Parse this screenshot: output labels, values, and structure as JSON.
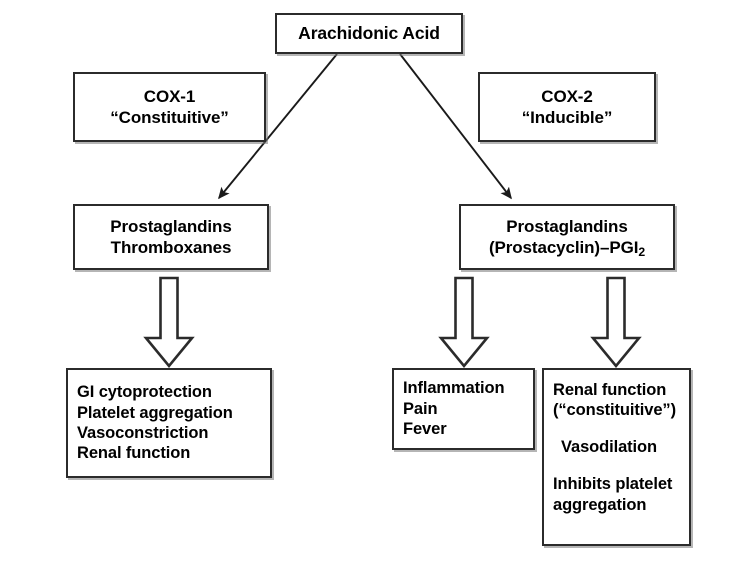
{
  "diagram": {
    "title": "Arachidonic acid COX-1 / COX-2 pathway",
    "colors": {
      "box_border": "#2b2b2b",
      "box_fill": "#ffffff",
      "shadow": "#787878",
      "arrow": "#1a1a1a",
      "text": "#000000"
    },
    "nodes": {
      "arachidonic": {
        "lines": [
          "Arachidonic Acid"
        ]
      },
      "cox1": {
        "line1": "COX-1",
        "line2": "“Constituitive”"
      },
      "cox2": {
        "line1": "COX-2",
        "line2": "“Inducible”"
      },
      "pg_left": {
        "line1": "Prostaglandins",
        "line2": "Thromboxanes"
      },
      "pg_right": {
        "line1": "Prostaglandins",
        "line2_pre": "(Prostacyclin)–PGI",
        "line2_sub": "2"
      },
      "cox1_effects": {
        "line1": "GI cytoprotection",
        "line2": "Platelet aggregation",
        "line3": "Vasoconstriction",
        "line4": "Renal function"
      },
      "inflammation": {
        "line1": "Inflammation",
        "line2": "Pain",
        "line3": "Fever"
      },
      "renal": {
        "line1": "Renal function",
        "line2": "(“constituitive”)",
        "line3": "Vasodilation",
        "line4": "Inhibits platelet",
        "line5": "aggregation"
      }
    },
    "edges": [
      {
        "name": "arachidonic-to-pg-left",
        "kind": "thin-arrow",
        "from": "arachidonic",
        "to": "pg_left"
      },
      {
        "name": "arachidonic-to-pg-right",
        "kind": "thin-arrow",
        "from": "arachidonic",
        "to": "pg_right"
      },
      {
        "name": "pg-left-to-cox1-effects",
        "kind": "block-arrow",
        "from": "pg_left",
        "to": "cox1_effects"
      },
      {
        "name": "pg-right-to-inflammation",
        "kind": "block-arrow",
        "from": "pg_right",
        "to": "inflammation"
      },
      {
        "name": "pg-right-to-renal",
        "kind": "block-arrow",
        "from": "pg_right",
        "to": "renal"
      }
    ]
  }
}
